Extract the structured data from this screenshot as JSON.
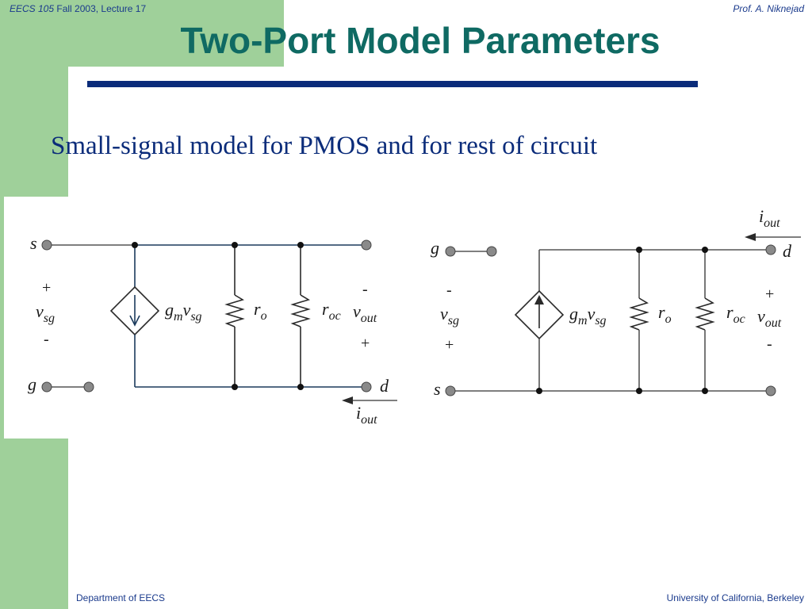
{
  "header": {
    "course_italic": "EECS 105",
    "course_rest": " Fall 2003, Lecture 17",
    "author": "Prof. A. Niknejad"
  },
  "title": "Two-Port Model Parameters",
  "subtitle": "Small-signal model for PMOS and for rest of circuit",
  "left_circuit": {
    "node_top": "s",
    "node_bottom": "g",
    "node_top_right": "d",
    "plus_left": "+",
    "minus_left": "-",
    "v_main": "v",
    "v_sub": "sg",
    "gm_main": "g",
    "gm_sub": "m",
    "gm_v": "v",
    "gm_v_sub": "sg",
    "ro_main": "r",
    "ro_sub": "o",
    "roc_main": "r",
    "roc_sub": "oc",
    "minus_right": "-",
    "plus_right": "+",
    "vout_main": "v",
    "vout_sub": "out",
    "iout_main": "i",
    "iout_sub": "out"
  },
  "right_circuit": {
    "node_top": "g",
    "node_bottom": "s",
    "node_top_right": "d",
    "minus_left": "-",
    "plus_left": "+",
    "v_main": "v",
    "v_sub": "sg",
    "gm_main": "g",
    "gm_sub": "m",
    "gm_v": "v",
    "gm_v_sub": "sg",
    "ro_main": "r",
    "ro_sub": "o",
    "roc_main": "r",
    "roc_sub": "oc",
    "plus_right": "+",
    "minus_right": "-",
    "vout_main": "v",
    "vout_sub": "out",
    "iout_main": "i",
    "iout_sub": "out"
  },
  "footer": {
    "left": "Department of EECS",
    "right": "University of California, Berkeley"
  }
}
